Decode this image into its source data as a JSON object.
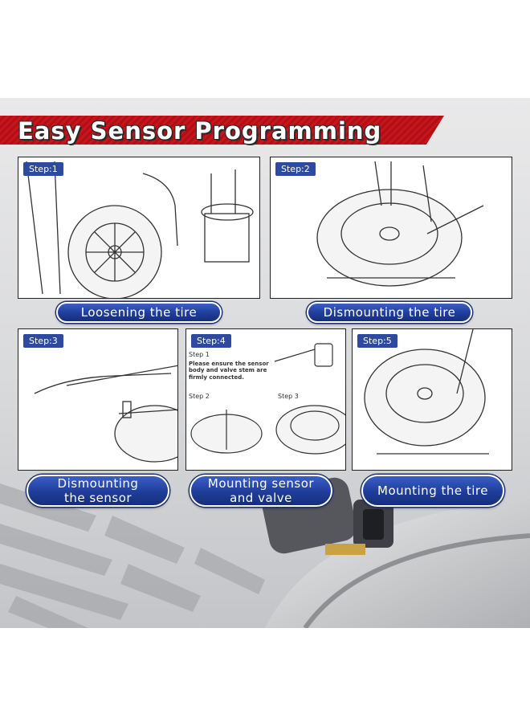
{
  "title": "Easy Sensor Programming",
  "steps": [
    {
      "tag": "Step:1",
      "caption": "Loosening the tire"
    },
    {
      "tag": "Step:2",
      "caption": "Dismounting the tire"
    },
    {
      "tag": "Step:3",
      "caption": "Dismounting\nthe sensor"
    },
    {
      "tag": "Step:4",
      "caption": "Mounting sensor\nand valve"
    },
    {
      "tag": "Step:5",
      "caption": "Mounting the tire"
    }
  ],
  "step4_panel": {
    "sub1": "Step 1",
    "note": "Please ensure the sensor body and valve stem are firmly connected.",
    "sub2": "Step 2",
    "sub3": "Step 3"
  },
  "colors": {
    "banner_red": "#c8141c",
    "pill_blue": "#1f3d9a",
    "tag_blue": "#2d4aa0"
  }
}
